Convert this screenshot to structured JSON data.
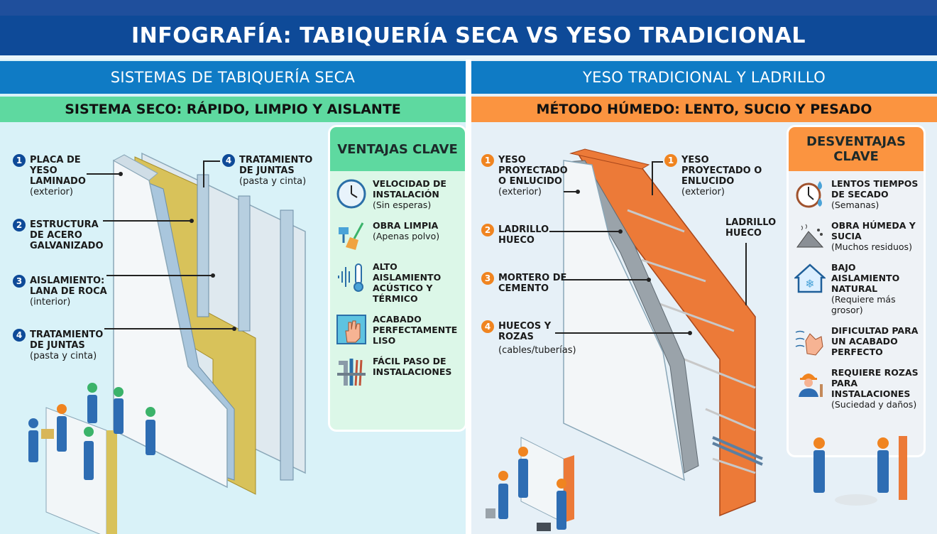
{
  "title": "INFOGRAFÍA: TABIQUERÍA SECA VS YESO TRADICIONAL",
  "left": {
    "section_title": "SISTEMAS DE TABIQUERÍA SECA",
    "subtitle": "SISTEMA SECO: RÁPIDO, LIMPIO Y AISLANTE",
    "callouts": [
      {
        "num": "1",
        "title": "PLACA DE YESO LAMINADO",
        "note": "(exterior)"
      },
      {
        "num": "2",
        "title": "ESTRUCTURA DE ACERO GALVANIZADO",
        "note": ""
      },
      {
        "num": "3",
        "title": "AISLAMIENTO: LANA DE ROCA",
        "note": "(interior)"
      },
      {
        "num": "4",
        "title": "TRATAMIENTO DE JUNTAS",
        "note": "(pasta y cinta)"
      }
    ],
    "top_callout": {
      "num": "4",
      "title": "TRATAMIENTO DE JUNTAS",
      "note": "(pasta y cinta)"
    },
    "panel": {
      "title": "VENTAJAS CLAVE",
      "items": [
        {
          "icon": "clock-icon",
          "title": "VELOCIDAD DE INSTALACIÓN",
          "note": "(Sin esperas)"
        },
        {
          "icon": "broom-icon",
          "title": "OBRA LIMPIA",
          "note": "(Apenas polvo)"
        },
        {
          "icon": "thermometer-sound-icon",
          "title": "ALTO AISLAMIENTO ACÚSTICO Y TÉRMICO",
          "note": ""
        },
        {
          "icon": "hand-smooth-icon",
          "title": "ACABADO PERFECTAMENTE LISO",
          "note": ""
        },
        {
          "icon": "pipes-icon",
          "title": "FÁCIL PASO DE INSTALACIONES",
          "note": ""
        }
      ]
    }
  },
  "right": {
    "section_title": "YESO TRADICIONAL Y LADRILLO",
    "subtitle": "MÉTODO HÚMEDO: LENTO, SUCIO Y PESADO",
    "callouts": [
      {
        "num": "1",
        "title": "YESO PROYECTADO O ENLUCIDO",
        "note": "(exterior)"
      },
      {
        "num": "2",
        "title": "LADRILLO HUECO",
        "note": ""
      },
      {
        "num": "3",
        "title": "MORTERO DE CEMENTO",
        "note": ""
      },
      {
        "num": "4",
        "title": "HUECOS Y ROZAS",
        "note": "(cables/tuberías)"
      }
    ],
    "top_callout": {
      "num": "1",
      "title": "YESO PROYECTADO O ENLUCIDO",
      "note": "(exterior)"
    },
    "brick_label": "LADRILLO HUECO",
    "panel": {
      "title": "DESVENTAJAS CLAVE",
      "items": [
        {
          "icon": "clock-drops-icon",
          "title": "LENTOS TIEMPOS DE SECADO",
          "note": "(Semanas)"
        },
        {
          "icon": "debris-icon",
          "title": "OBRA HÚMEDA Y SUCIA",
          "note": "(Muchos residuos)"
        },
        {
          "icon": "cold-house-icon",
          "title": "BAJO AISLAMIENTO NATURAL",
          "note": "(Requiere más grosor)"
        },
        {
          "icon": "rough-hand-icon",
          "title": "DIFICULTAD PARA UN ACABADO PERFECTO",
          "note": ""
        },
        {
          "icon": "worker-icon",
          "title": "REQUIERE ROZAS PARA INSTALACIONES",
          "note": "(Suciedad y daños)"
        }
      ]
    }
  },
  "colors": {
    "title_blue": "#0e4a98",
    "section_blue": "#0f7bc5",
    "green": "#5ed9a0",
    "orange": "#fb9440"
  }
}
